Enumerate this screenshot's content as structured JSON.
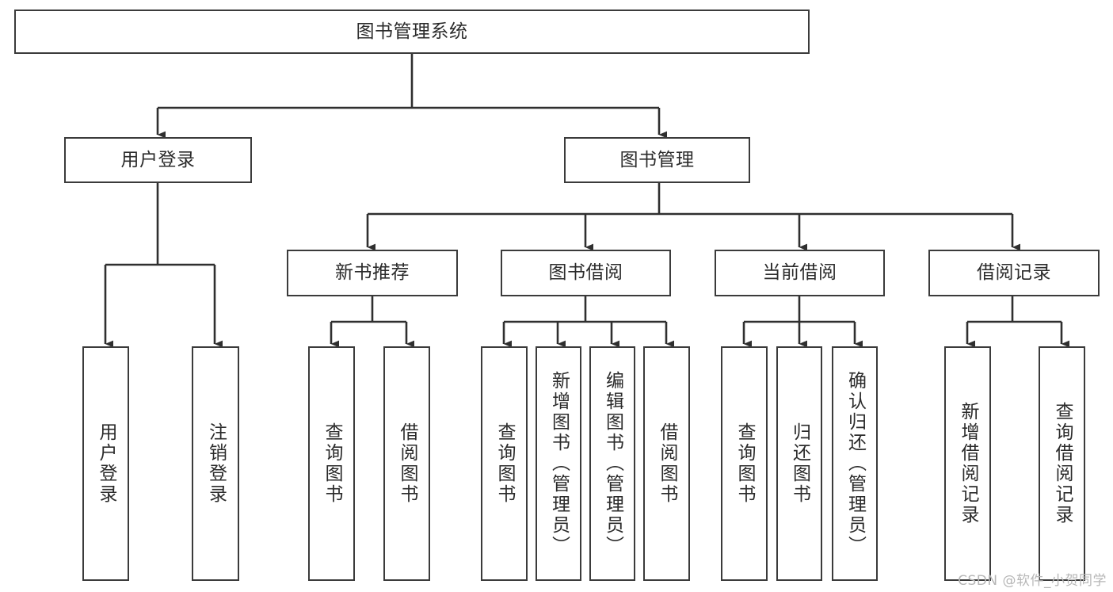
{
  "diagram": {
    "title": "图书管理系统",
    "type": "tree",
    "watermark": "CSDN @软件_小贺同学",
    "colors": {
      "box_border": "#3b3b3b",
      "box_fill": "#ffffff",
      "connector": "#2f2f2f",
      "text": "#2b2b2b",
      "watermark": "#b6b6b6",
      "background": "#ffffff"
    },
    "nodes": {
      "root": {
        "label": "图书管理系统",
        "level": 1
      },
      "l2": [
        {
          "id": "user-login",
          "label": "用户登录",
          "level": 2
        },
        {
          "id": "book-manage",
          "label": "图书管理",
          "level": 2
        }
      ],
      "l3": [
        {
          "id": "new-book-recommend",
          "label": "新书推荐",
          "level": 3,
          "parent": "book-manage"
        },
        {
          "id": "book-borrow",
          "label": "图书借阅",
          "level": 3,
          "parent": "book-manage"
        },
        {
          "id": "current-borrow",
          "label": "当前借阅",
          "level": 3,
          "parent": "book-manage"
        },
        {
          "id": "borrow-record",
          "label": "借阅记录",
          "level": 3,
          "parent": "book-manage"
        }
      ],
      "leaves": [
        {
          "id": "leaf-user-login",
          "label": "用户登录",
          "parent": "user-login"
        },
        {
          "id": "leaf-logout",
          "label": "注销登录",
          "parent": "user-login"
        },
        {
          "id": "leaf-query-book-1",
          "label": "查询图书",
          "parent": "new-book-recommend"
        },
        {
          "id": "leaf-borrow-book-1",
          "label": "借阅图书",
          "parent": "new-book-recommend"
        },
        {
          "id": "leaf-query-book-2",
          "label": "查询图书",
          "parent": "book-borrow"
        },
        {
          "id": "leaf-add-book",
          "label": "新增图书（管理员）",
          "parent": "book-borrow"
        },
        {
          "id": "leaf-edit-book",
          "label": "编辑图书（管理员）",
          "parent": "book-borrow"
        },
        {
          "id": "leaf-borrow-book-2",
          "label": "借阅图书",
          "parent": "book-borrow"
        },
        {
          "id": "leaf-query-book-3",
          "label": "查询图书",
          "parent": "current-borrow"
        },
        {
          "id": "leaf-return-book",
          "label": "归还图书",
          "parent": "current-borrow"
        },
        {
          "id": "leaf-confirm-return",
          "label": "确认归还（管理员）",
          "parent": "current-borrow"
        },
        {
          "id": "leaf-add-record",
          "label": "新增借阅记录",
          "parent": "borrow-record"
        },
        {
          "id": "leaf-query-record",
          "label": "查询借阅记录",
          "parent": "borrow-record"
        }
      ]
    }
  }
}
